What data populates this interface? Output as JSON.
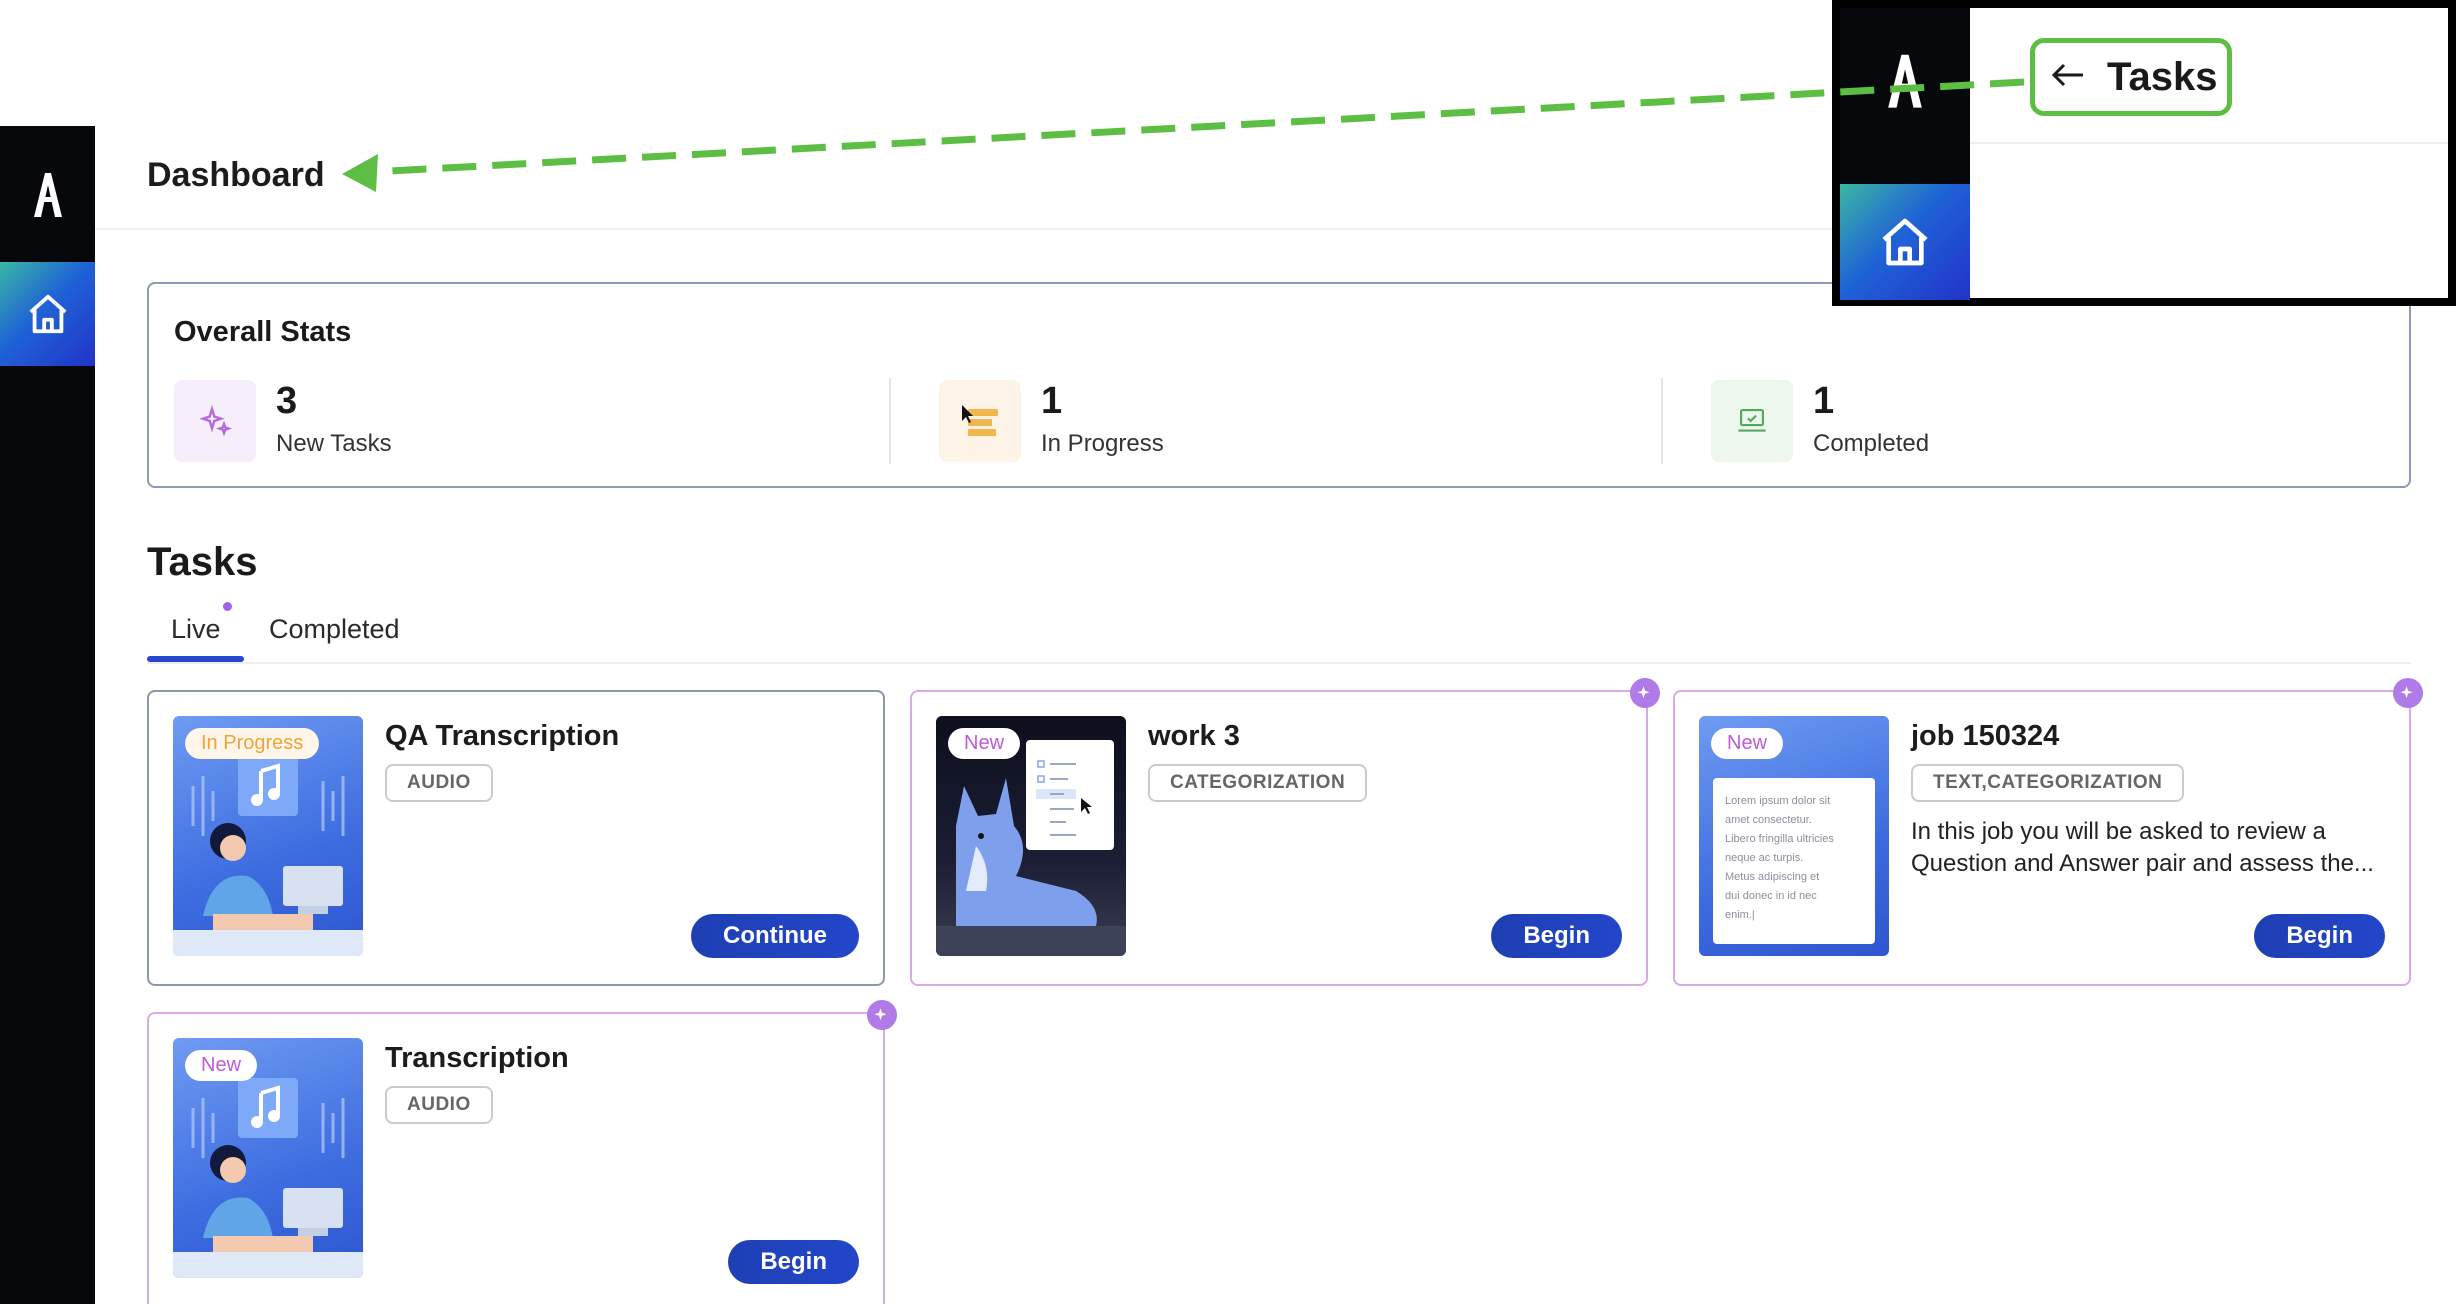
{
  "header": {
    "title": "Dashboard"
  },
  "stats": {
    "title": "Overall Stats",
    "items": [
      {
        "value": "3",
        "label": "New Tasks",
        "icon": "sparkle-icon",
        "color": "#f6effb"
      },
      {
        "value": "1",
        "label": "In Progress",
        "icon": "progress-bars-icon",
        "color": "#fdf3e6"
      },
      {
        "value": "1",
        "label": "Completed",
        "icon": "laptop-check-icon",
        "color": "#edf7ee"
      }
    ]
  },
  "tasks": {
    "heading": "Tasks",
    "tabs": [
      {
        "label": "Live",
        "active": true
      },
      {
        "label": "Completed",
        "active": false
      }
    ],
    "cards": [
      {
        "title": "QA Transcription",
        "tag": "AUDIO",
        "status": "In Progress",
        "description": "",
        "button": "Continue"
      },
      {
        "title": "work 3",
        "tag": "CATEGORIZATION",
        "status": "New",
        "description": "",
        "button": "Begin"
      },
      {
        "title": "job 150324",
        "tag": "TEXT,CATEGORIZATION",
        "status": "New",
        "description": "In this job you will be asked to review a Question and Answer pair and assess the...",
        "desc_line1": "In this job you will be asked to review a",
        "desc_line2": "Question and Answer pair and assess the...",
        "button": "Begin"
      },
      {
        "title": "Transcription",
        "tag": "AUDIO",
        "status": "New",
        "description": "",
        "button": "Begin"
      }
    ]
  },
  "thumb_text": {
    "lorem_lines": [
      "Lorem ipsum dolor sit",
      "amet consectetur.",
      "Libero fringilla ultricies",
      "neque ac turpis.",
      "Metus adipiscing et",
      "dui donec in id nec",
      "enim.|"
    ]
  },
  "inset": {
    "label": "Tasks"
  },
  "colors": {
    "accent": "#2346c9",
    "highlight": "#5cbf43",
    "sidebar": "#07080b",
    "new_badge": "#b07ae8",
    "in_progress": "#f0a23a"
  }
}
